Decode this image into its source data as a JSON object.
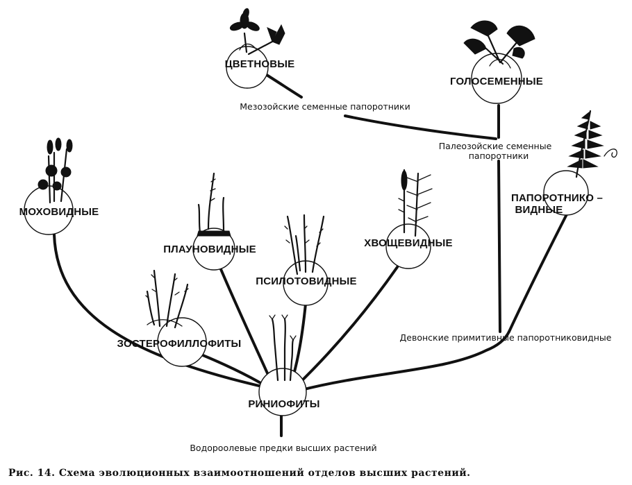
{
  "groups": {
    "flowering": "ЦВЕТНОВЫЕ",
    "gymnosperms": "ГОЛОСЕМЕННЫЕ",
    "ferns_line1": "ПАПОРОТНИКО –",
    "ferns_line2": "ВИДНЫЕ",
    "mosses": "МОХОВИДНЫЕ",
    "lycopods": "ПЛАУНОВИДНЫЕ",
    "psilotes": "ПСИЛОТОВИДНЫЕ",
    "horsetails": "ХВОЩЕВИДНЫЕ",
    "zosterophylls": "ЗОСТЕРОФИЛЛОФИТЫ",
    "rhyniophytes": "РИНИОФИТЫ"
  },
  "ancestors": {
    "mesozoic_seed_ferns": "Мезозойские семенные папоротники",
    "paleozoic_seed_ferns_line1": "Палеозойские семенные",
    "paleozoic_seed_ferns_line2": "папоротники",
    "devonian_primitive_ferns": "Девонские примитивные папоротниковидные",
    "algal_ancestors": "Водороолевые предки высших растений"
  },
  "caption": "Рис. 14. Схема эволюционных взаимоотношений отделов высших растений.",
  "colors": {
    "ink": "#111111",
    "background": "#ffffff"
  }
}
